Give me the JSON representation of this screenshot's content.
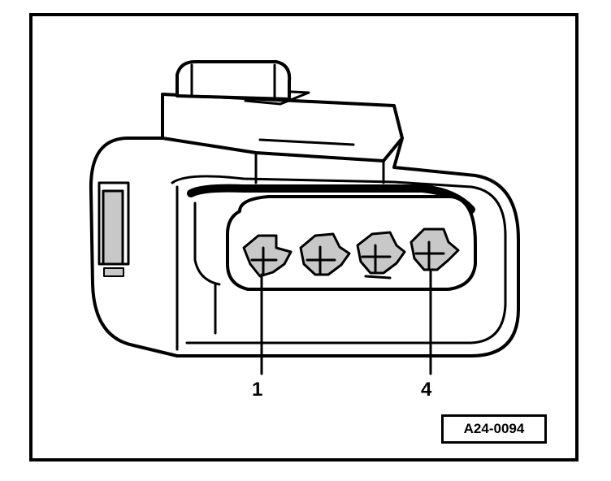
{
  "figure": {
    "callouts": [
      {
        "label": "1"
      },
      {
        "label": "4"
      }
    ],
    "figure_id": "A24-0094"
  },
  "colors": {
    "line": "#000000",
    "shade": "#c8c8c8",
    "background": "#ffffff"
  }
}
